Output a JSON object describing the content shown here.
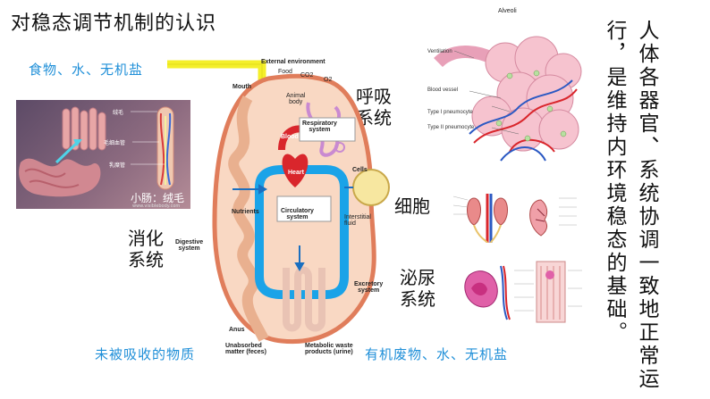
{
  "title": "对稳态调节机制的认识",
  "food_label": "食物、水、无机盐",
  "villi_panel": {
    "label_villus": "绒毛",
    "label_capillary": "毛细血管",
    "label_lacteal": "乳糜管",
    "caption": "小肠：绒毛",
    "watermark": "www.visiblebody.com"
  },
  "system_labels": {
    "respiratory": "呼吸\n系统",
    "digestive": "消化\n系统",
    "cells": "细胞",
    "urinary": "泌尿\n系统"
  },
  "diagram": {
    "external_environment": "External environment",
    "food": "Food",
    "mouth": "Mouth",
    "co2": "CO2",
    "o2": "O2",
    "animal_body": "Animal\nbody",
    "respiratory_system": "Respiratory\nsystem",
    "blood": "Blood",
    "heart": "Heart",
    "cells": "Cells",
    "nutrients": "Nutrients",
    "circulatory_system": "Circulatory\nsystem",
    "interstitial_fluid": "Interstitial\nfluid",
    "digestive_system": "Digestive\nsystem",
    "excretory_system": "Excretory\nsystem",
    "anus": "Anus",
    "unabsorbed": "Unabsorbed\nmatter (feces)",
    "metabolic_waste": "Metabolic waste\nproducts (urine)"
  },
  "alveoli": {
    "title": "Alveoli",
    "ventilation": "Ventilation",
    "blood_vessel": "Blood vessel",
    "type1": "Type I pneumocyte",
    "type2": "Type II pneumocyte"
  },
  "bottom_left": "未被吸收的物质",
  "bottom_right": "有机废物、水、无机盐",
  "vertical_text": {
    "col1": "人体各器官、系统协调一致地正常运",
    "col2": "行，是维持内环境稳态的基础。"
  },
  "colors": {
    "title": "#111111",
    "blue_text": "#1f8fd8",
    "arrow_yellow": "#f4ef2a",
    "circulatory": "#1aa3e8",
    "body_fill": "#f7c9a8",
    "body_stroke": "#e07d5b"
  }
}
